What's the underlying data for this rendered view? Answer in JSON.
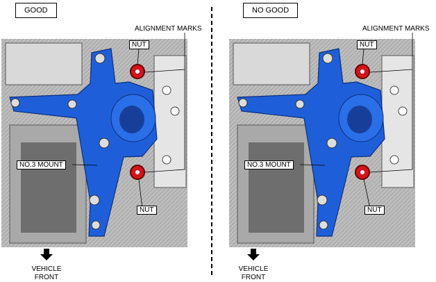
{
  "panels": [
    {
      "status": "GOOD",
      "alignment_label": "ALIGNMENT MARKS",
      "nut_top_label": "NUT",
      "nut_bottom_label": "NUT",
      "mount_label": "NO.3 MOUNT",
      "front_label_line1": "VEHICLE",
      "front_label_line2": "FRONT"
    },
    {
      "status": "NO GOOD",
      "alignment_label": "ALIGNMENT MARKS",
      "nut_top_label": "NUT",
      "nut_bottom_label": "NUT",
      "mount_label": "NO.3 MOUNT",
      "front_label_line1": "VEHICLE",
      "front_label_line2": "FRONT"
    }
  ],
  "colors": {
    "mount_blue": "#1e5fd9",
    "mount_dark": "#173f9a",
    "nut_red": "#d4141c",
    "engine_gray": "#c9c9c9",
    "engine_dark": "#6e6e6e"
  }
}
